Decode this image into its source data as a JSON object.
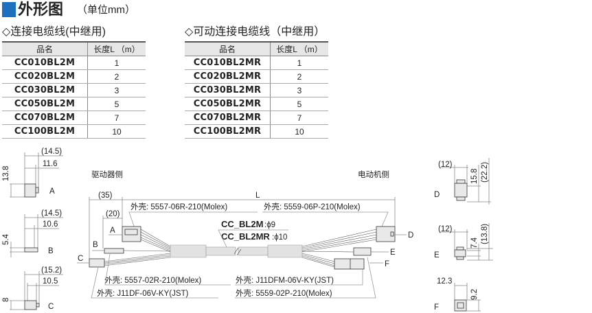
{
  "header": {
    "title": "外形图",
    "unit": "（单位mm）",
    "accent_color": "#1f6fbf"
  },
  "table1": {
    "heading": "◇连接电缆线(中继用)",
    "columns": [
      "品名",
      "长度L （m）"
    ],
    "rows": [
      [
        "CC010BL2M",
        "1"
      ],
      [
        "CC020BL2M",
        "2"
      ],
      [
        "CC030BL2M",
        "3"
      ],
      [
        "CC050BL2M",
        "5"
      ],
      [
        "CC070BL2M",
        "7"
      ],
      [
        "CC100BL2M",
        "10"
      ]
    ]
  },
  "table2": {
    "heading": "◇可动连接电缆线（中继用）",
    "columns": [
      "品名",
      "长度L （m）"
    ],
    "rows": [
      [
        "CC010BL2MR",
        "1"
      ],
      [
        "CC020BL2MR",
        "2"
      ],
      [
        "CC030BL2MR",
        "3"
      ],
      [
        "CC050BL2MR",
        "5"
      ],
      [
        "CC070BL2MR",
        "7"
      ],
      [
        "CC100BL2MR",
        "10"
      ]
    ]
  },
  "diagram": {
    "driver_side": "驱动器侧",
    "motor_side": "电动机侧",
    "dim_35": "(35)",
    "dim_20": "(20)",
    "dim_L": "L",
    "label_a": "A",
    "label_b": "B",
    "label_c": "C",
    "label_d": "D",
    "label_e": "E",
    "label_f": "F",
    "housing_a": "外壳: 5557-06R-210(Molex)",
    "housing_d": "外壳: 5559-06P-210(Molex)",
    "housing_b": "外壳: 5557-02R-210(Molex)",
    "housing_c": "外壳: J11DF-06V-KY(JST)",
    "housing_e": "外壳: J11DFM-06V-KY(JST)",
    "housing_f": "外壳: 5559-02P-210(Molex)",
    "cable1_model": "CC_BL2M",
    "cable1_dia": ":ϕ9",
    "cable2_model": "CC_BL2MR",
    "cable2_dia": ":ϕ10"
  },
  "views": {
    "a": {
      "label": "A",
      "w_outer": "(14.5)",
      "w_inner": "11.6",
      "h": "13.8"
    },
    "b": {
      "label": "B",
      "w_outer": "(14.5)",
      "w_inner": "10.6",
      "h": "5.4"
    },
    "c": {
      "label": "C",
      "w_outer": "(15.2)",
      "w_inner": "10.5",
      "h": "8"
    },
    "d": {
      "label": "D",
      "w": "(12)",
      "h_inner": "15.8",
      "h_outer": "(22.2)"
    },
    "e": {
      "label": "E",
      "w": "(12)",
      "h_inner": "7.4",
      "h_outer": "(13.8)"
    },
    "f": {
      "label": "F",
      "w": "12.3",
      "h": "9.2"
    }
  }
}
